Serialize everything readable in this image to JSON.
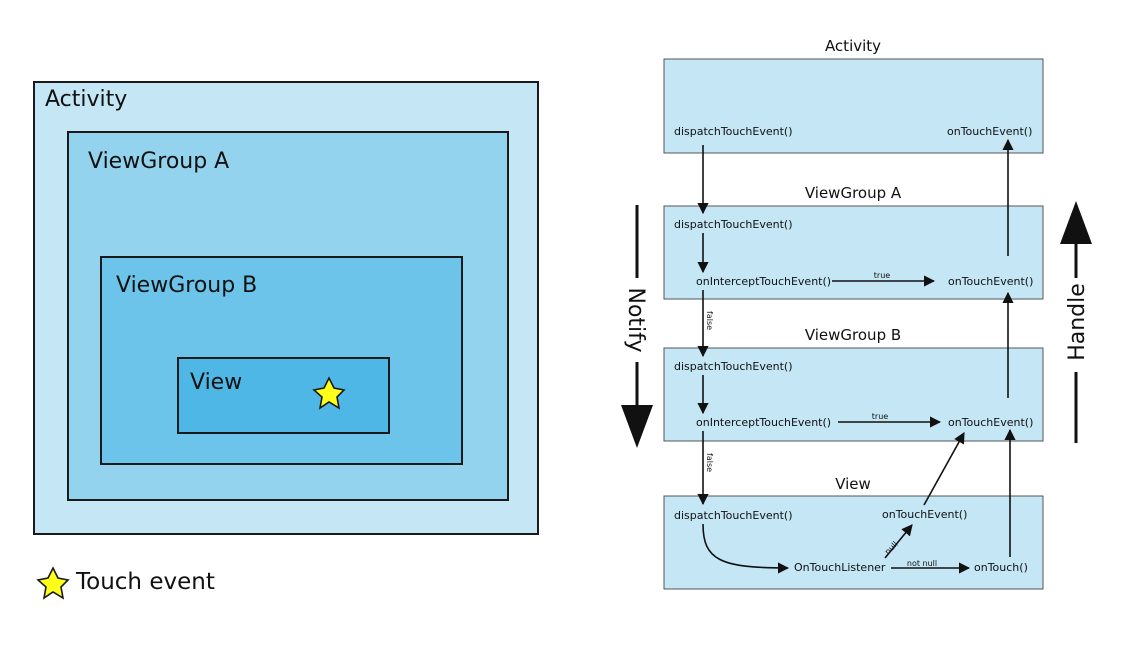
{
  "colors": {
    "activity_fill": "#c4e6f5",
    "viewgroup_a_fill": "#93d3ee",
    "viewgroup_b_fill": "#6cc4ea",
    "view_fill": "#4fb7e6",
    "panel_fill": "#c4e6f5",
    "star_fill": "#ffff1a",
    "stroke": "#1a1a1a"
  },
  "nested": {
    "activity": "Activity",
    "viewgroup_a": "ViewGroup A",
    "viewgroup_b": "ViewGroup B",
    "view": "View",
    "legend": "Touch event",
    "star_icon": "star-icon"
  },
  "flow": {
    "activity": {
      "title": "Activity",
      "dispatch": "dispatchTouchEvent()",
      "on_touch": "onTouchEvent()"
    },
    "viewgroup_a": {
      "title": "ViewGroup A",
      "dispatch": "dispatchTouchEvent()",
      "intercept": "onInterceptTouchEvent()",
      "on_touch": "onTouchEvent()",
      "true_label": "true",
      "false_label": "false"
    },
    "viewgroup_b": {
      "title": "ViewGroup B",
      "dispatch": "dispatchTouchEvent()",
      "intercept": "onInterceptTouchEvent()",
      "on_touch": "onTouchEvent()",
      "true_label": "true",
      "false_label": "false"
    },
    "view": {
      "title": "View",
      "dispatch": "dispatchTouchEvent()",
      "on_touch_event": "onTouchEvent()",
      "listener": "OnTouchListener",
      "on_touch": "onTouch()",
      "null_label": "null",
      "not_null_label": "not null"
    },
    "notify": "Notify",
    "handle": "Handle"
  }
}
